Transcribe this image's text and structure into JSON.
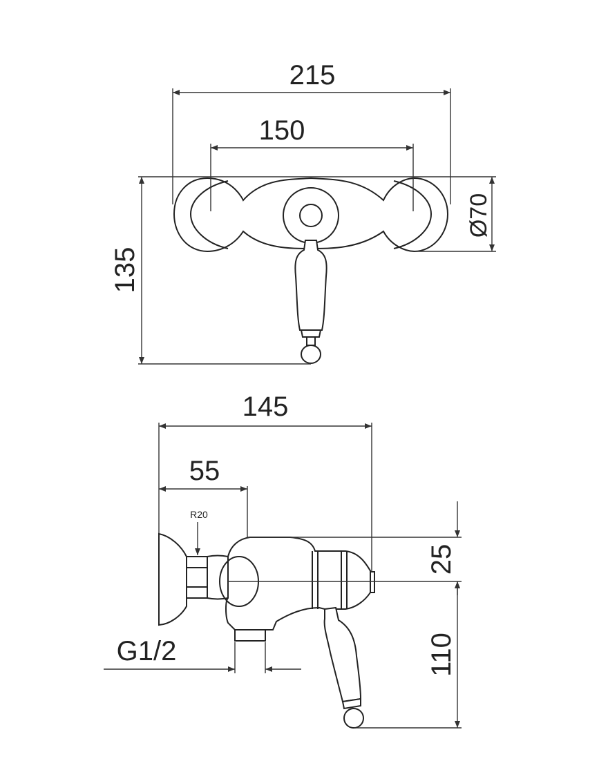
{
  "top_view": {
    "dim_overall_width": "215",
    "dim_center_distance": "150",
    "dim_height": "135",
    "dim_diameter": "Ø70"
  },
  "side_view": {
    "dim_depth": "145",
    "dim_offset": "55",
    "dim_radius": "R20",
    "dim_upper": "25",
    "dim_lower": "110",
    "thread_label": "G1/2"
  }
}
